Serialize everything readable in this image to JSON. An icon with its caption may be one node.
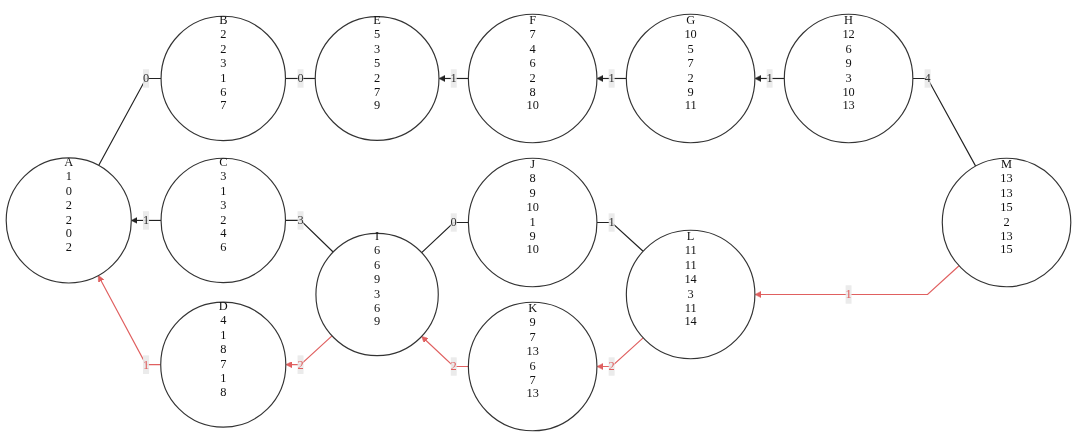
{
  "diagram": {
    "nodes": [
      {
        "text": [
          "B",
          "2",
          "2",
          "3",
          "1",
          "6",
          "7"
        ]
      },
      {
        "text": [
          "E",
          "5",
          "3",
          "5",
          "2",
          "7",
          "9"
        ]
      },
      {
        "text": [
          "F",
          "7",
          "4",
          "6",
          "2",
          "8",
          "10"
        ]
      },
      {
        "text": [
          "G",
          "10",
          "5",
          "7",
          "2",
          "9",
          "11"
        ]
      },
      {
        "text": [
          "H",
          "12",
          "6",
          "9",
          "3",
          "10",
          "13"
        ]
      },
      {
        "text": [
          "A",
          "1",
          "0",
          "2",
          "2",
          "0",
          "2"
        ]
      },
      {
        "text": [
          "C",
          "3",
          "1",
          "3",
          "2",
          "4",
          "6"
        ]
      },
      {
        "text": [
          "J",
          "8",
          "9",
          "10",
          "1",
          "9",
          "10"
        ]
      },
      {
        "text": [
          "M",
          "13",
          "13",
          "15",
          "2",
          "13",
          "15"
        ]
      },
      {
        "text": [
          "L",
          "11",
          "11",
          "14",
          "3",
          "11",
          "14"
        ]
      },
      {
        "text": [
          "I",
          "6",
          "6",
          "9",
          "3",
          "6",
          "9"
        ]
      },
      {
        "text": [
          "D",
          "4",
          "1",
          "8",
          "7",
          "1",
          "8"
        ]
      },
      {
        "text": [
          "K",
          "9",
          "7",
          "13",
          "6",
          "7",
          "13"
        ]
      }
    ],
    "edges": [
      {
        "from": 0,
        "to": 5,
        "arrow": "none",
        "label": "0"
      },
      {
        "from": 1,
        "to": 0,
        "arrow": "none",
        "label": "0"
      },
      {
        "from": 2,
        "to": 1,
        "arrow": "to",
        "label": "1"
      },
      {
        "from": 3,
        "to": 2,
        "arrow": "to",
        "label": "1"
      },
      {
        "from": 4,
        "to": 3,
        "arrow": "to",
        "label": "1"
      },
      {
        "from": 8,
        "to": 4,
        "arrow": "none",
        "label": "4"
      },
      {
        "from": 6,
        "to": 5,
        "arrow": "to",
        "label": "1"
      },
      {
        "from": 10,
        "to": 6,
        "arrow": "none",
        "label": "3"
      },
      {
        "from": 11,
        "to": 5,
        "arrow": "to",
        "label": "1",
        "color": "#e06060"
      },
      {
        "from": 10,
        "to": 11,
        "arrow": "to",
        "label": "2",
        "color": "#e06060"
      },
      {
        "from": 7,
        "to": 10,
        "arrow": "none",
        "label": "0"
      },
      {
        "from": 12,
        "to": 10,
        "arrow": "to",
        "label": "2",
        "color": "#e06060"
      },
      {
        "from": 9,
        "to": 7,
        "arrow": "none",
        "label": "1"
      },
      {
        "from": 9,
        "to": 12,
        "arrow": "to",
        "label": "2",
        "color": "#e06060"
      },
      {
        "from": 8,
        "to": 9,
        "arrow": "to",
        "label": "1",
        "color": "#e06060"
      }
    ]
  }
}
